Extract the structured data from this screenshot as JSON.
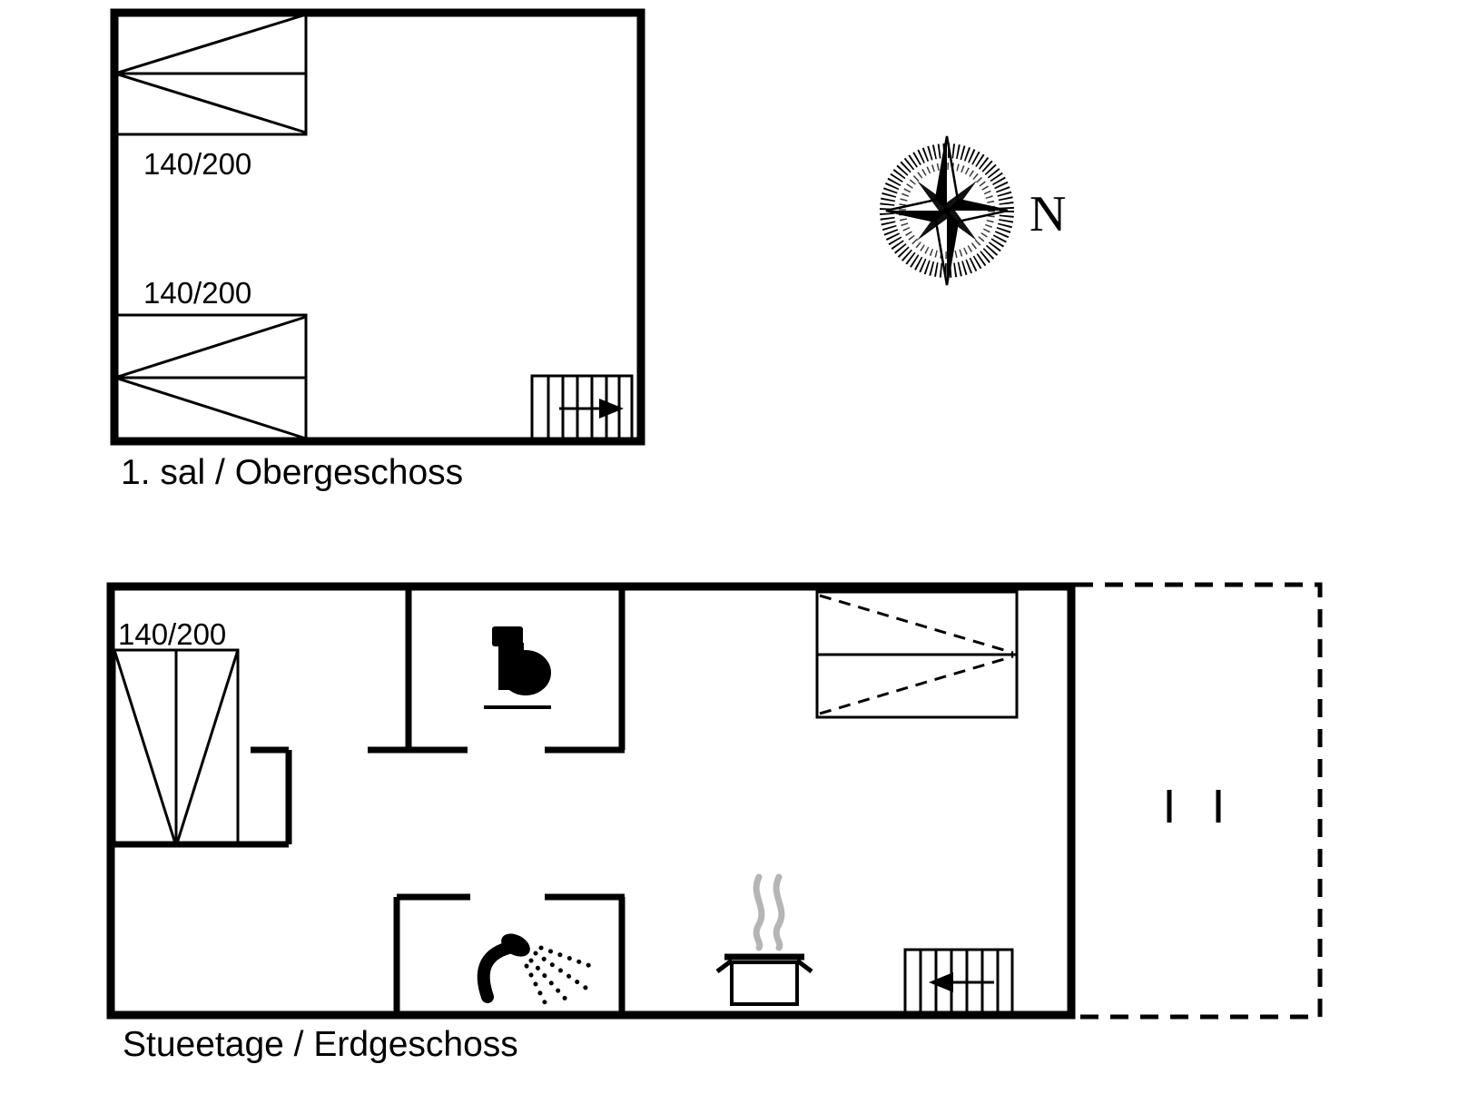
{
  "diagram_type": "floor-plan",
  "colors": {
    "wall": "#000000",
    "background": "#ffffff",
    "steam": "#b5b5b5"
  },
  "floors": {
    "upper": {
      "label": "1. sal / Obergeschoss",
      "beds": [
        {
          "size": "140/200"
        },
        {
          "size": "140/200"
        }
      ],
      "features": [
        "single-bed",
        "single-bed",
        "staircase-arrow-right"
      ]
    },
    "ground": {
      "label": "Stueetage / Erdgeschoss",
      "bed_size": "140/200",
      "features": [
        "single-bed",
        "toilet",
        "double-bed",
        "shower",
        "cooking-pot-with-steam",
        "staircase-arrow-left",
        "dashed-terrace"
      ]
    }
  },
  "compass": {
    "north_label": "N"
  }
}
